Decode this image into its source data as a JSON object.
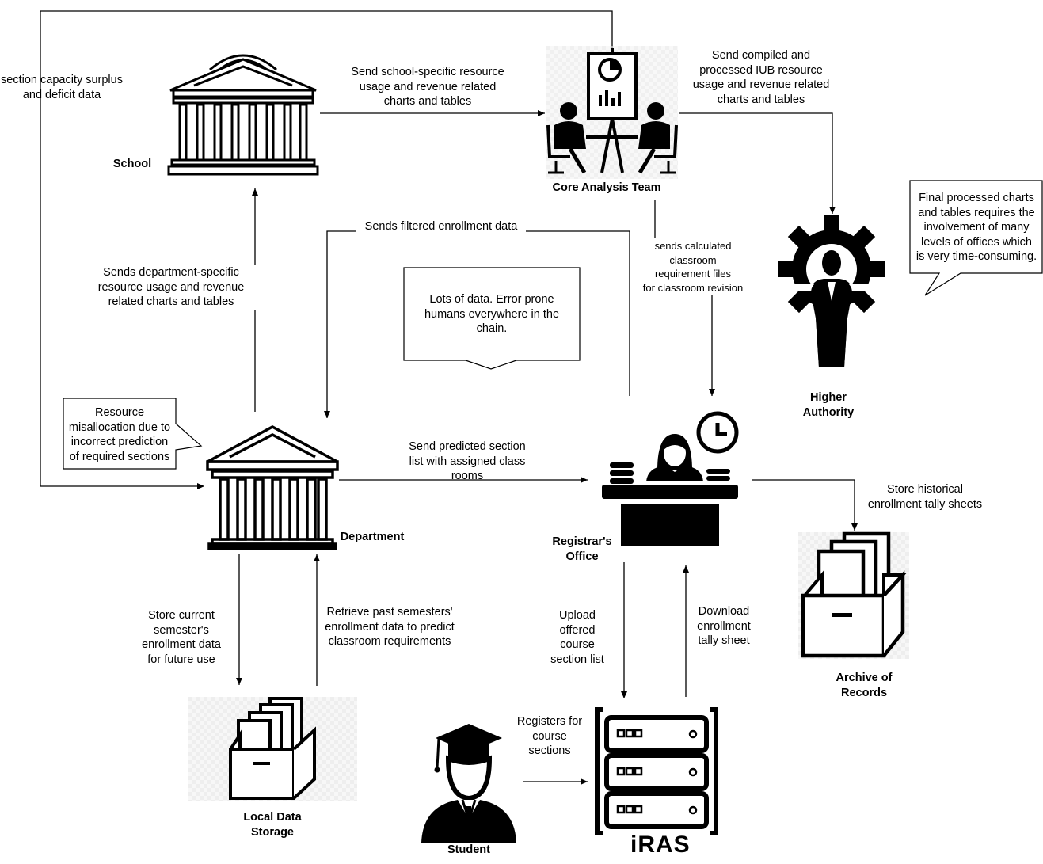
{
  "nodes": {
    "school": "School",
    "core": "Core Analysis Team",
    "higher": "Higher\nAuthority",
    "department": "Department",
    "registrar": "Registrar's\nOffice",
    "archive": "Archive of\nRecords",
    "local": "Local Data\nStorage",
    "student": "Student",
    "iras": "iRAS"
  },
  "edges": {
    "surplus": "section capacity surplus\nand deficit data",
    "school_to_core": "Send school-specific resource\nusage and revenue related\ncharts and tables",
    "core_to_higher": "Send compiled and\nprocessed IUB resource\nusage and revenue related\ncharts and tables",
    "filtered": "Sends filtered enrollment data",
    "classroom": "sends calculated\nclassroom\nrequirement files\nfor  classroom revision",
    "dept_to_school": "Sends department-specific\nresource usage and revenue\nrelated charts and tables",
    "predicted": "Send predicted section\nlist with assigned class\nrooms",
    "store_hist": "Store historical\nenrollment tally sheets",
    "store_current": "Store current\nsemester's\nenrollment data\nfor future use",
    "retrieve": "Retrieve past semesters'\nenrollment data to predict\nclassroom requirements",
    "upload": "Upload\noffered\ncourse\nsection list",
    "download": "Download\nenrollment\ntally sheet",
    "registers": "Registers for\ncourse\nsections"
  },
  "callouts": {
    "final": "Final processed charts\nand tables requires the\ninvolvement of many\nlevels of offices which\nis very time-consuming.",
    "lots": "Lots of data. Error prone\nhumans everywhere in the\nchain.",
    "misalloc": "Resource\nmisallocation due to\nincorrect prediction\nof required sections"
  }
}
